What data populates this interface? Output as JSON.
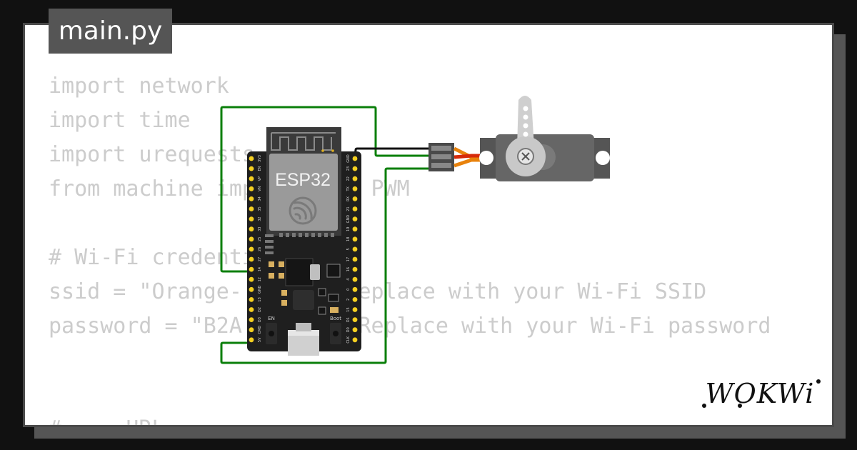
{
  "tab": {
    "filename": "main.py"
  },
  "code": {
    "lines": [
      "import network",
      "import time",
      "import urequests",
      "from machine import Pin, PWM",
      "",
      "# Wi-Fi credentials",
      "ssid = \"Orange-...\"  # Replace with your Wi-Fi SSID",
      "password = \"B2A...D\"  # Replace with your Wi-Fi password",
      "",
      "",
      "# ... URL"
    ]
  },
  "board": {
    "label": "ESP32",
    "left_pins": [
      "3V3",
      "EN",
      "VP",
      "VN",
      "34",
      "35",
      "32",
      "33",
      "25",
      "26",
      "27",
      "14",
      "12",
      "GND",
      "13",
      "D2",
      "D3",
      "CMD",
      "5V"
    ],
    "right_pins": [
      "GND",
      "23",
      "22",
      "TX",
      "RX",
      "21",
      "GND",
      "19",
      "18",
      "5",
      "17",
      "16",
      "4",
      "0",
      "2",
      "15",
      "D1",
      "D0",
      "CLK"
    ],
    "en_label": "EN",
    "boot_label": "Boot"
  },
  "logo": {
    "text": "WOKWi"
  },
  "colors": {
    "background": "#111111",
    "card": "#ffffff",
    "code_text": "#cccccc",
    "tab_bg": "#555555",
    "wire_green": "#0a7f0a",
    "board": "#1f1f1f",
    "pin": "#f5d020",
    "servo": "#666666",
    "horn": "#c8c8c8",
    "wire_orange": "#e8820c",
    "wire_red": "#d62a0a"
  }
}
